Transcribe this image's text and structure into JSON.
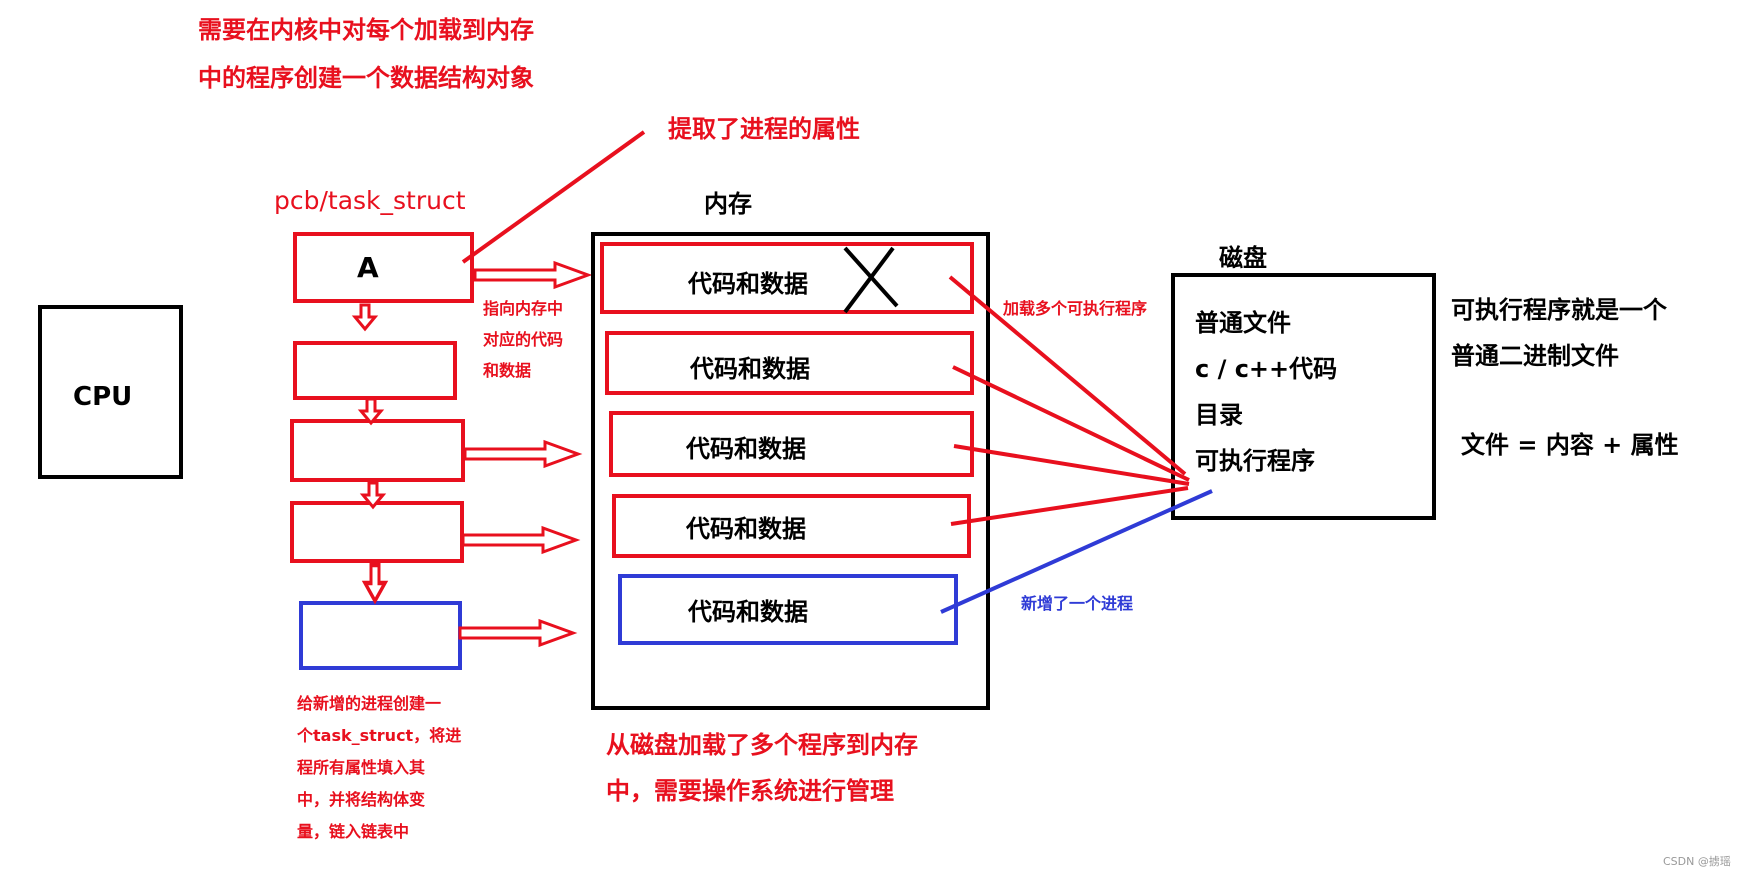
{
  "colors": {
    "red": "#e8101e",
    "blue": "#2f3bd6",
    "black": "#000000"
  },
  "top_note": [
    "需要在内核中对每个加载到内存",
    "中的程序创建一个数据结构对象"
  ],
  "attr_note": "提取了进程的属性",
  "pcb_label": "pcb/task_struct",
  "pcb_first": "A",
  "cpu_label": "CPU",
  "memory_label": "内存",
  "memory_blocks": [
    "代码和数据",
    "代码和数据",
    "代码和数据",
    "代码和数据",
    "代码和数据"
  ],
  "pointer_note": [
    "指向内存中",
    "对应的代码",
    "和数据"
  ],
  "new_pcb_note": [
    "给新增的进程创建一",
    "个task_struct，将进",
    "程所有属性填入其",
    "中，并将结构体变",
    "量，链入链表中"
  ],
  "load_note": [
    "从磁盘加载了多个程序到内存",
    "中，需要操作系统进行管理"
  ],
  "load_exec_note": "加载多个可执行程序",
  "new_process_note": "新增了一个进程",
  "disk_label": "磁盘",
  "disk_items": [
    "普通文件",
    "c / c++代码",
    "目录",
    "可执行程序"
  ],
  "right_note": [
    "可执行程序就是一个",
    "普通二进制文件"
  ],
  "file_formula": "文件 = 内容 + 属性",
  "watermark": "CSDN @掳瑶"
}
